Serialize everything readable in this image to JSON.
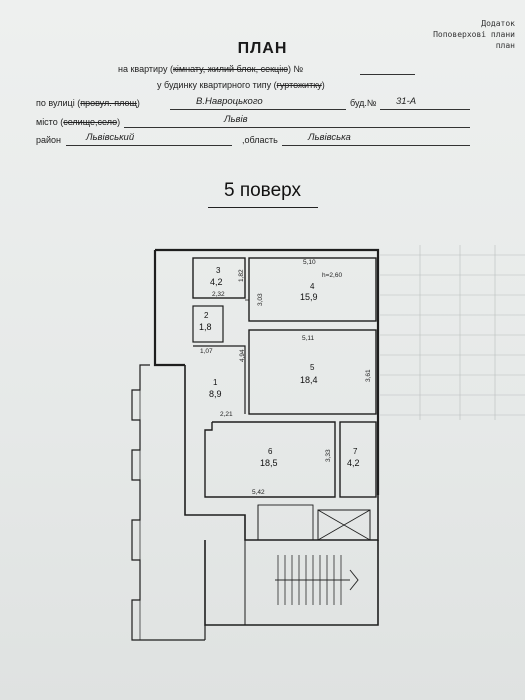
{
  "header": {
    "line1": "Додаток",
    "line2": "Поповерхові плани",
    "line3": "план"
  },
  "title": "ПЛАН",
  "sub1": {
    "prefix": "на квартиру (",
    "struck": "кімнату, жилий блок, секцію",
    "suffix": ") №"
  },
  "sub2": {
    "prefix": "у будинку квартирного типу (",
    "struck": "гуртожитку",
    "suffix": ")"
  },
  "street": {
    "label_prefix": "по вулиці (",
    "label_struck": "провул. площ",
    "label_suffix": ")",
    "value": "В.Навроцького",
    "bud_label": "буд.№",
    "bud_value": "31-А"
  },
  "city": {
    "label_prefix": "місто (",
    "label_struck": "селище,село",
    "label_suffix": ")",
    "value": "Львів"
  },
  "district": {
    "label": "район",
    "value": "Львівський",
    "oblast_prefix": ",область",
    "oblast_value": "Львівська"
  },
  "floor": "5 поверх",
  "rooms": [
    {
      "num": "3",
      "area": "4,2"
    },
    {
      "num": "4",
      "area": "15,9"
    },
    {
      "num": "2",
      "area": "1,8"
    },
    {
      "num": "5",
      "area": "18,4"
    },
    {
      "num": "1",
      "area": "8,9"
    },
    {
      "num": "6",
      "area": "18,5"
    },
    {
      "num": "7",
      "area": "4,2"
    }
  ],
  "dims": {
    "d510": "5,10",
    "h": "h=2,60",
    "d182": "1,82",
    "d232": "2,32",
    "d303": "3,03",
    "d511": "5,11",
    "d107": "1,07",
    "d494": "4,94",
    "d361": "3,61",
    "d221": "2,21",
    "d333": "3,33",
    "d542": "5,42"
  }
}
